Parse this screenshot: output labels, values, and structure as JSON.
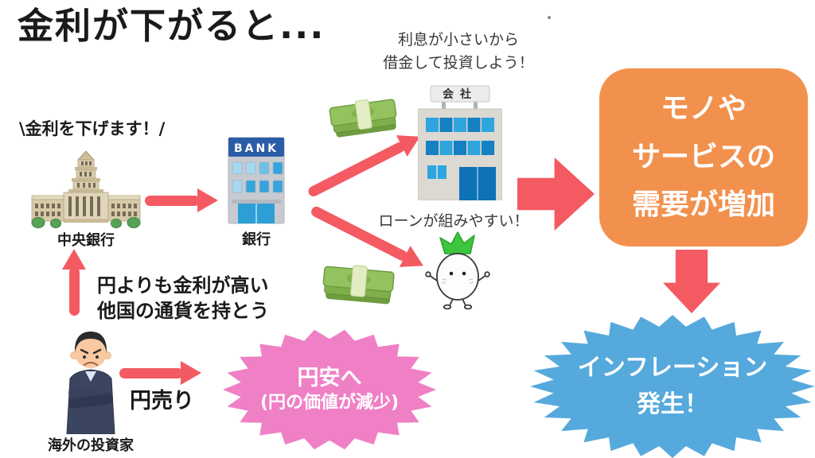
{
  "title": "金利が下がると...",
  "central_bank": {
    "callout": "\\金利を下げます！/",
    "label": "中央銀行"
  },
  "bank": {
    "sign": "BANK",
    "label": "銀行"
  },
  "company": {
    "sign": "会社",
    "note": "利息が小さいから\n借金して投資しよう！"
  },
  "loan": {
    "note": "ローンが組みやすい！"
  },
  "demand_box": {
    "text": "モノや\nサービスの\n需要が増加"
  },
  "inflation_burst": {
    "text": "インフレーション\n発生！"
  },
  "yen_burst": {
    "line1": "円安へ",
    "line2": "(円の価値が減少)"
  },
  "investor": {
    "thought": "円よりも金利が高い\n他国の通貨を持とう",
    "action": "円売り",
    "label": "海外の投資家"
  },
  "colors": {
    "arrow_red": "#f45a62",
    "demand_orange": "#f2914d",
    "inflation_blue": "#56a9dc",
    "yen_pink": "#ef80c5"
  },
  "icons": {
    "central_bank": "parliament-building-icon",
    "bank": "bank-building-icon",
    "company": "office-building-icon",
    "money": "money-stack-icon",
    "borrower": "radish-character-icon",
    "investor": "businessman-icon"
  }
}
